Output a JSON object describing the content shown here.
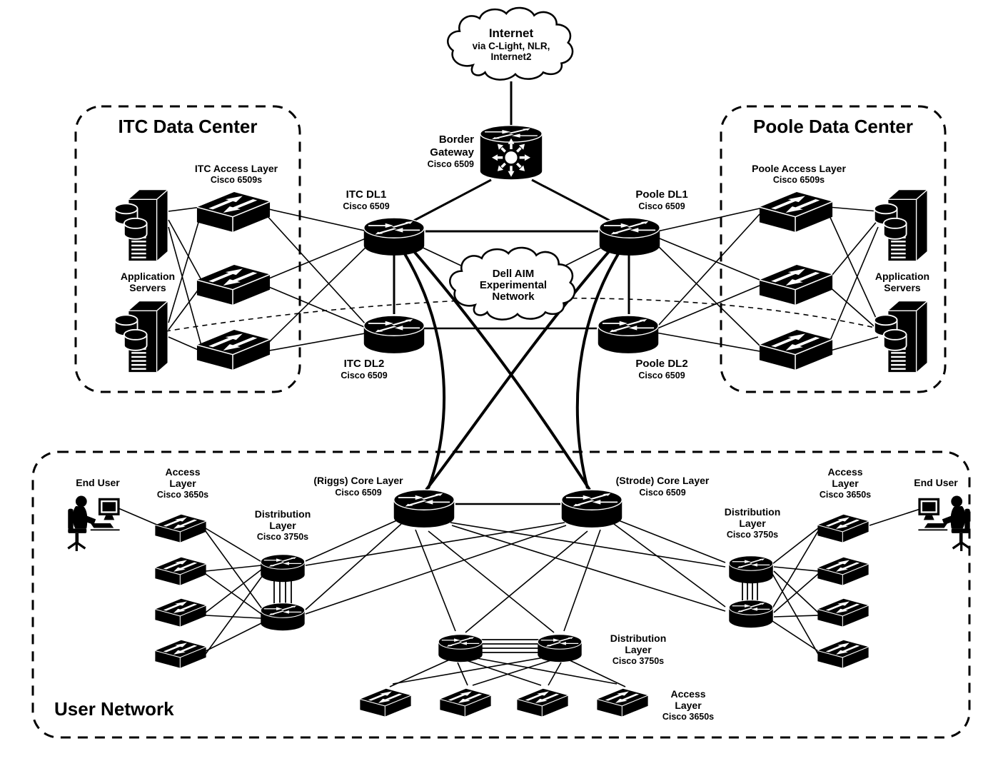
{
  "figure": "campus-network-topology-diagram",
  "colors": {
    "ink": "#000000",
    "paper": "#ffffff"
  },
  "labels": {
    "internet": [
      "Internet",
      "via C-Light, NLR,",
      "Internet2"
    ],
    "border_gateway": [
      "Border",
      "Gateway",
      "Cisco 6509"
    ],
    "itc_dc_title": "ITC Data Center",
    "poole_dc_title": "Poole Data Center",
    "user_network_title": "User Network",
    "itc_access": [
      "ITC Access Layer",
      "Cisco 6509s"
    ],
    "poole_access": [
      "Poole Access Layer",
      "Cisco 6509s"
    ],
    "app_servers_left": [
      "Application",
      "Servers"
    ],
    "app_servers_right": [
      "Application",
      "Servers"
    ],
    "itc_dl1": [
      "ITC DL1",
      "Cisco 6509"
    ],
    "itc_dl2": [
      "ITC DL2",
      "Cisco 6509"
    ],
    "poole_dl1": [
      "Poole DL1",
      "Cisco 6509"
    ],
    "poole_dl2": [
      "Poole DL2",
      "Cisco 6509"
    ],
    "dell_aim": [
      "Dell AIM",
      "Experimental",
      "Network"
    ],
    "riggs_core": [
      "(Riggs) Core Layer",
      "Cisco 6509"
    ],
    "strode_core": [
      "(Strode) Core Layer",
      "Cisco 6509"
    ],
    "end_user_left": "End User",
    "end_user_right": "End User",
    "access_left": [
      "Access",
      "Layer",
      "Cisco 3650s"
    ],
    "access_right": [
      "Access",
      "Layer",
      "Cisco 3650s"
    ],
    "access_bottom": [
      "Access",
      "Layer",
      "Cisco 3650s"
    ],
    "dist_left": [
      "Distribution",
      "Layer",
      "Cisco 3750s"
    ],
    "dist_right": [
      "Distribution",
      "Layer",
      "Cisco 3750s"
    ],
    "dist_middle": [
      "Distribution",
      "Layer",
      "Cisco 3750s"
    ]
  }
}
